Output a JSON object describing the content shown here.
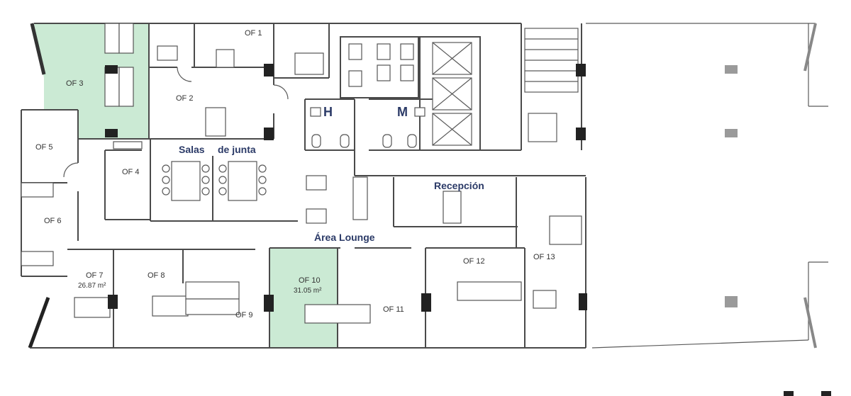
{
  "rooms": {
    "of1": "OF 1",
    "of2": "OF 2",
    "of3": "OF 3",
    "of4": "OF 4",
    "of5": "OF 5",
    "of6": "OF 6",
    "of7": "OF 7",
    "of7_area": "26.87 m²",
    "of8": "OF 8",
    "of9": "OF 9",
    "of10": "OF 10",
    "of10_area": "31.05 m²",
    "of11": "OF 11",
    "of12": "OF 12",
    "of13": "OF 13"
  },
  "zones": {
    "salas": "Salas",
    "de_junta": "de junta",
    "recepcion": "Recepción",
    "lounge": "Área Lounge"
  },
  "restrooms": {
    "men": "H",
    "women": "M"
  },
  "colors": {
    "highlight": "#b9e3c6",
    "label_accent": "#2b3a67",
    "wall": "#4a4a4a"
  },
  "highlighted_rooms": [
    "OF 3",
    "OF 10"
  ]
}
